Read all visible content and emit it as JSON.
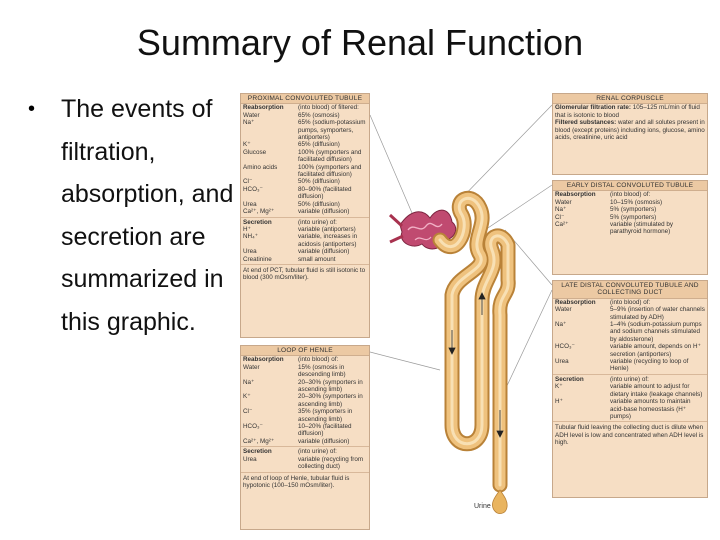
{
  "slide": {
    "title": "Summary of Renal Function",
    "bullet": "The events of filtration, absorption, and secretion are summarized in this graphic."
  },
  "colors": {
    "panel_fill": "#f6dec4",
    "tubule": "#e8b66e",
    "glomerulus": "#b0355d"
  },
  "figure": {
    "urine_label": "Urine",
    "pct": {
      "header": "PROXIMAL CONVOLUTED TUBULE",
      "reab_key": "Reabsorption",
      "reab_val": "(into blood) of filtered:",
      "rows": [
        {
          "k": "Water",
          "v": "65% (osmosis)"
        },
        {
          "k": "Na⁺",
          "v": "65% (sodium-potassium pumps, symporters, antiporters)"
        },
        {
          "k": "K⁺",
          "v": "65% (diffusion)"
        },
        {
          "k": "Glucose",
          "v": "100% (symporters and facilitated diffusion)"
        },
        {
          "k": "Amino acids",
          "v": "100% (symporters and facilitated diffusion)"
        },
        {
          "k": "Cl⁻",
          "v": "50% (diffusion)"
        },
        {
          "k": "HCO₃⁻",
          "v": "80–90% (facilitated diffusion)"
        },
        {
          "k": "Urea",
          "v": "50% (diffusion)"
        },
        {
          "k": "Ca²⁺, Mg²⁺",
          "v": "variable (diffusion)"
        }
      ],
      "sec_key": "Secretion",
      "sec_val": "(into urine) of:",
      "sec_rows": [
        {
          "k": "H⁺",
          "v": "variable (antiporters)"
        },
        {
          "k": "NH₄⁺",
          "v": "variable, increases in acidosis (antiporters)"
        },
        {
          "k": "Urea",
          "v": "variable (diffusion)"
        },
        {
          "k": "Creatinine",
          "v": "small amount"
        }
      ],
      "note": "At end of PCT, tubular fluid is still isotonic to blood (300 mOsm/liter)."
    },
    "loop": {
      "header": "LOOP OF HENLE",
      "reab_key": "Reabsorption",
      "reab_val": "(into blood) of:",
      "rows": [
        {
          "k": "Water",
          "v": "15% (osmosis in descending limb)"
        },
        {
          "k": "Na⁺",
          "v": "20–30% (symporters in ascending limb)"
        },
        {
          "k": "K⁺",
          "v": "20–30% (symporters in ascending limb)"
        },
        {
          "k": "Cl⁻",
          "v": "35% (symporters in ascending limb)"
        },
        {
          "k": "HCO₃⁻",
          "v": "10–20% (facilitated diffusion)"
        },
        {
          "k": "Ca²⁺, Mg²⁺",
          "v": "variable (diffusion)"
        }
      ],
      "sec_key": "Secretion",
      "sec_val": "(into urine) of:",
      "sec_rows": [
        {
          "k": "Urea",
          "v": "variable (recycling from collecting duct)"
        }
      ],
      "note": "At end of loop of Henle, tubular fluid is hypotonic (100–150 mOsm/liter)."
    },
    "renal": {
      "header": "RENAL CORPUSCLE",
      "gfr_key": "Glomerular filtration rate:",
      "gfr_val": "105–125 mL/min of fluid that is isotonic to blood",
      "fs_key": "Filtered substances:",
      "fs_val": "water and all solutes present in blood (except proteins) including ions, glucose, amino acids, creatinine, uric acid"
    },
    "edct": {
      "header": "EARLY DISTAL CONVOLUTED TUBULE",
      "reab_key": "Reabsorption",
      "reab_val": "(into blood) of:",
      "rows": [
        {
          "k": "Water",
          "v": "10–15% (osmosis)"
        },
        {
          "k": "Na⁺",
          "v": "5% (symporters)"
        },
        {
          "k": "Cl⁻",
          "v": "5% (symporters)"
        },
        {
          "k": "Ca²⁺",
          "v": "variable (stimulated by parathyroid hormone)"
        }
      ]
    },
    "late": {
      "header": "LATE DISTAL CONVOLUTED TUBULE AND COLLECTING DUCT",
      "reab_key": "Reabsorption",
      "reab_val": "(into blood) of:",
      "rows": [
        {
          "k": "Water",
          "v": "5–9% (insertion of water channels stimulated by ADH)"
        },
        {
          "k": "Na⁺",
          "v": "1–4% (sodium-potassium pumps and sodium channels stimulated by aldosterone)"
        },
        {
          "k": "HCO₃⁻",
          "v": "variable amount, depends on H⁺ secretion (antiporters)"
        },
        {
          "k": "Urea",
          "v": "variable (recycling to loop of Henle)"
        }
      ],
      "sec_key": "Secretion",
      "sec_val": "(into urine) of:",
      "sec_rows": [
        {
          "k": "K⁺",
          "v": "variable amount to adjust for dietary intake (leakage channels)"
        },
        {
          "k": "H⁺",
          "v": "variable amounts to maintain acid-base homeostasis (H⁺ pumps)"
        }
      ],
      "note": "Tubular fluid leaving the collecting duct is dilute when ADH level is low and concentrated when ADH level is high."
    }
  }
}
